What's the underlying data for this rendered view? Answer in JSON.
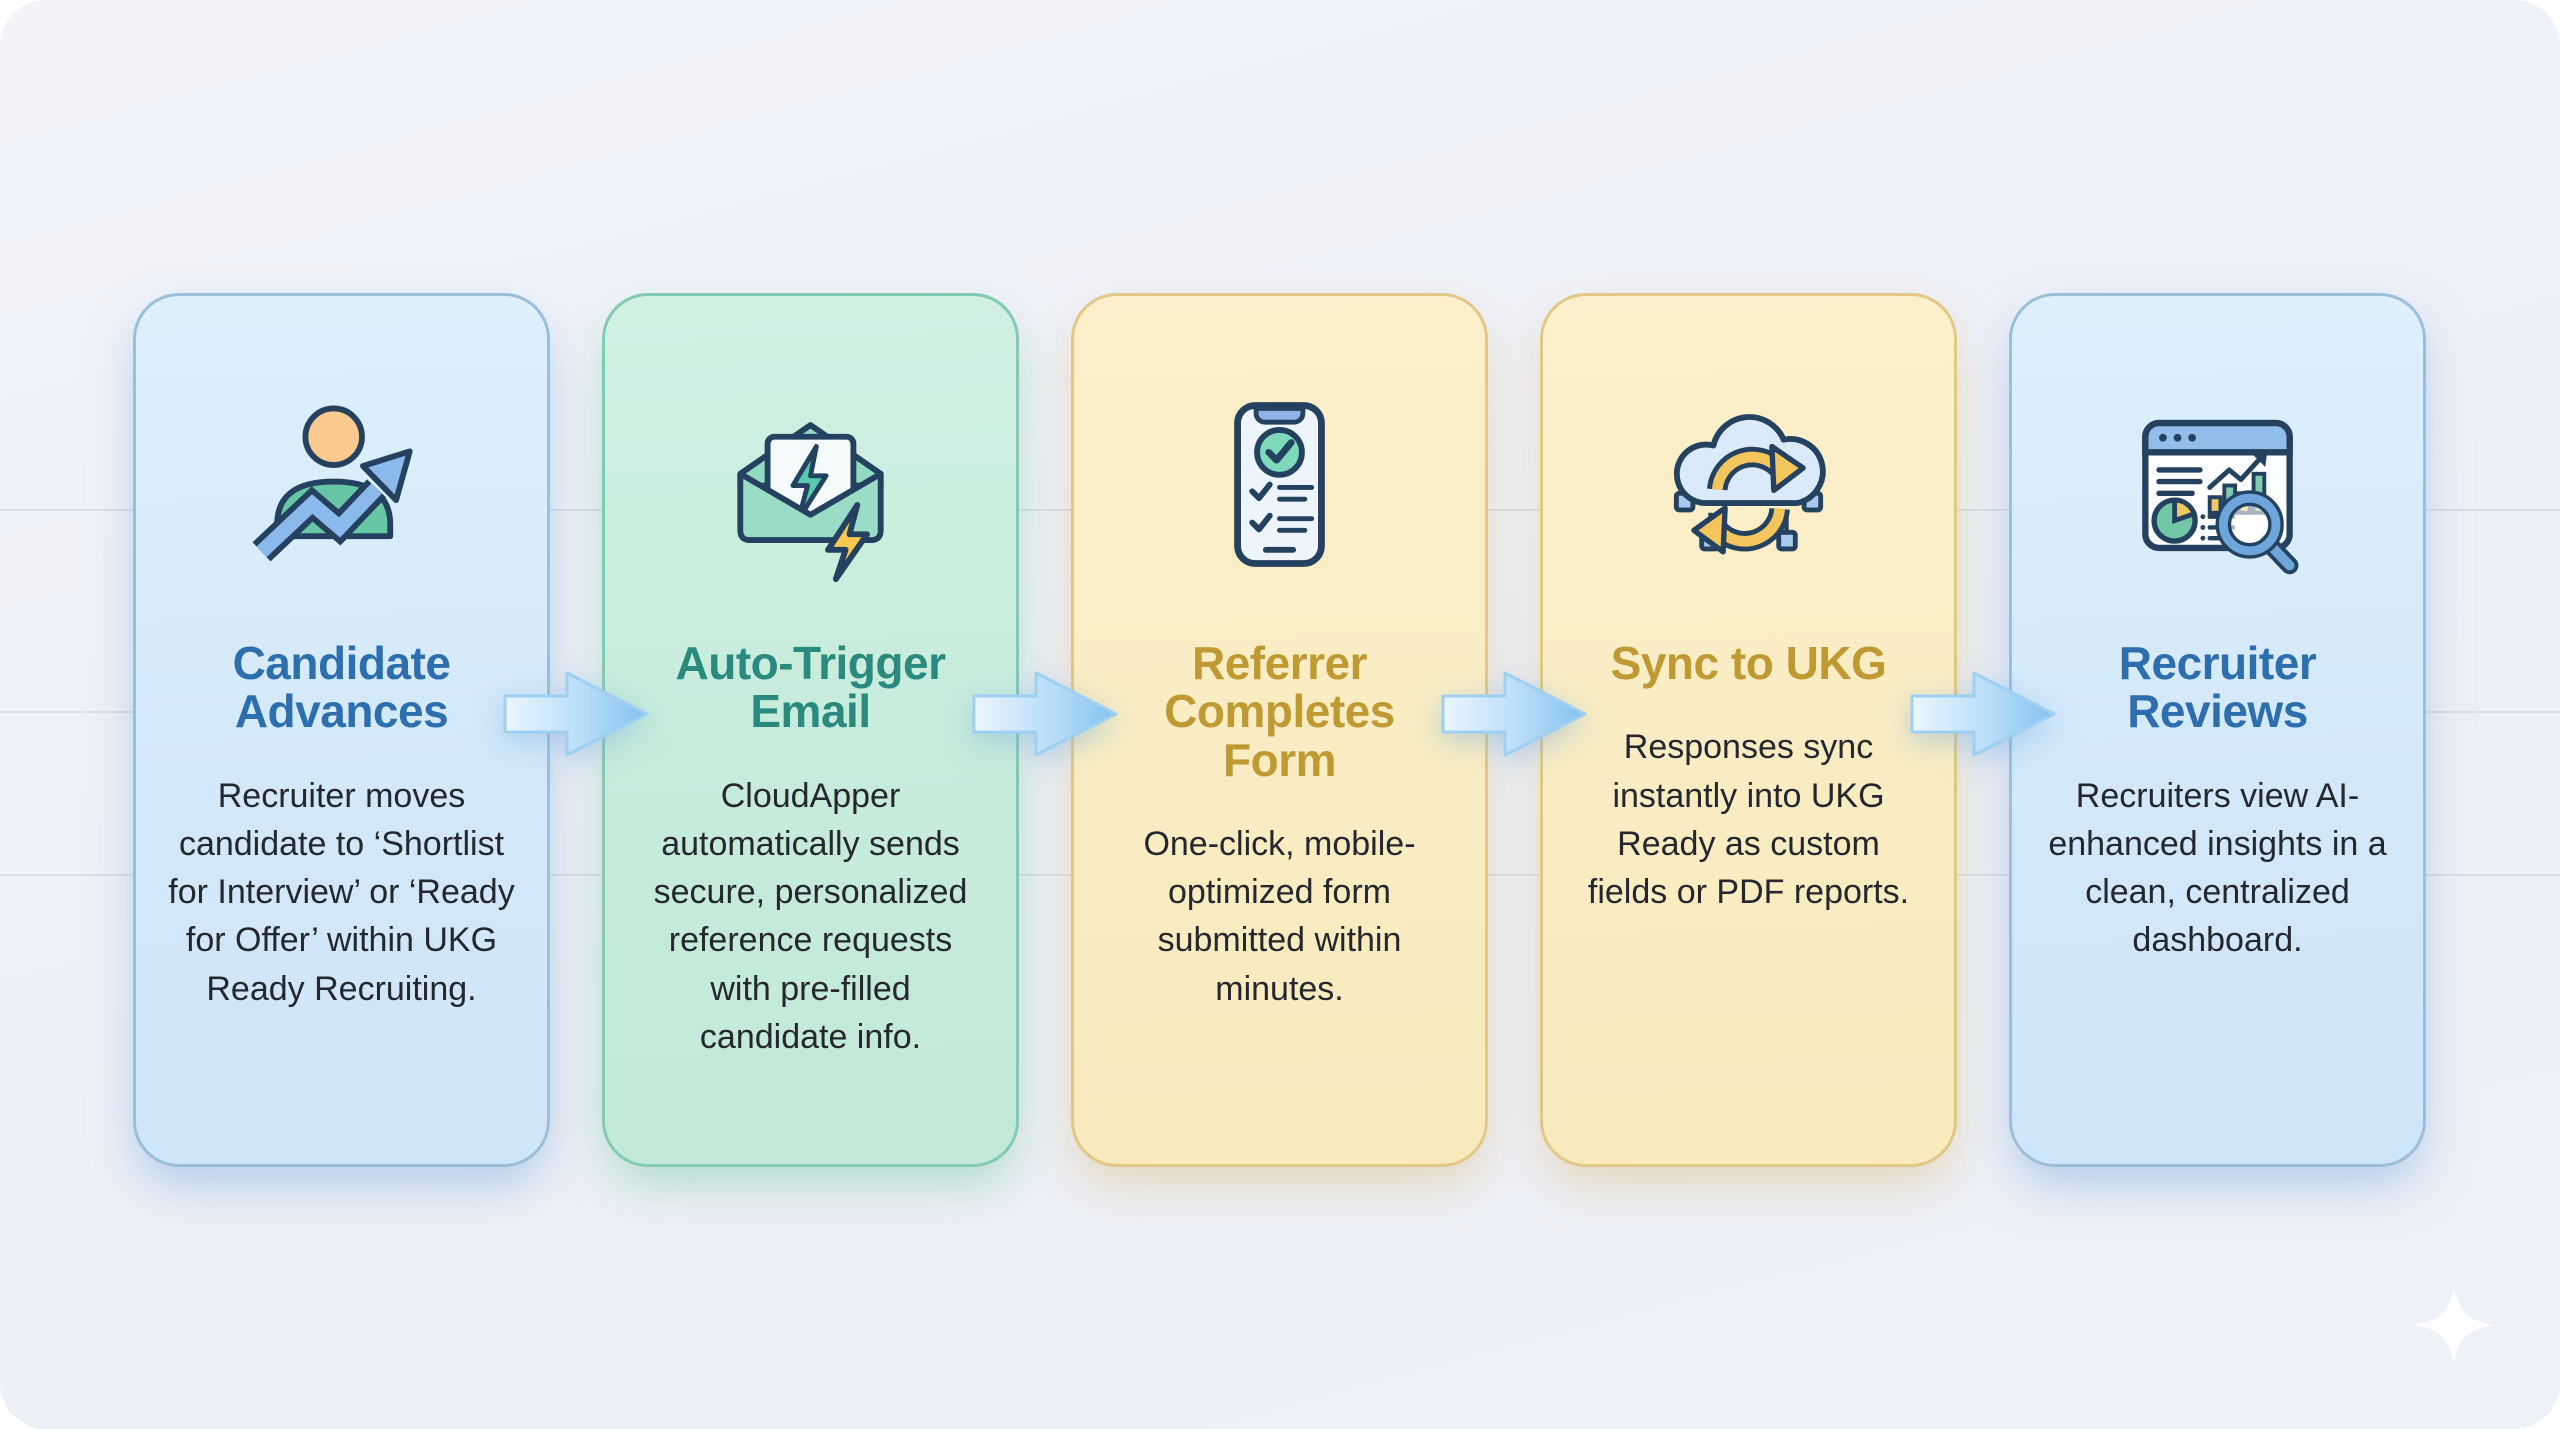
{
  "page": {
    "type": "workflow-infographic",
    "background_color": "#eef1f8"
  },
  "palette": {
    "blue_card_bg": "#d5e9f9",
    "blue_card_border": "#9bbfd9",
    "blue_title": "#2d6fae",
    "green_card_bg": "#c6ebdb",
    "green_card_border": "#82cab1",
    "green_title": "#2a8a7e",
    "yellow_card_bg": "#f9ecc2",
    "yellow_card_border": "#e2c786",
    "yellow_title": "#bf9a33",
    "body_text": "#24282e",
    "arrow_fill": "#86c4f0",
    "icon_outline": "#24425f",
    "icon_orange": "#f9c98e",
    "icon_green": "#67c6a3",
    "icon_blue": "#8cb9ec",
    "icon_yellow": "#f3c65d"
  },
  "cards": [
    {
      "theme": "blue",
      "icon": "candidate-growth-icon",
      "title": "Candidate Advances",
      "body": "Recruiter moves candidate to ‘Shortlist for Interview’ or ‘Ready for Offer’ within UKG Ready Recruiting."
    },
    {
      "theme": "green",
      "icon": "email-lightning-icon",
      "title": "Auto-Trigger Email",
      "body": "CloudApper automatically sends secure, personalized reference requests with pre-filled candidate info."
    },
    {
      "theme": "yellow",
      "icon": "phone-checklist-icon",
      "title": "Referrer Completes Form",
      "body": "One-click, mobile-optimized form submitted within minutes."
    },
    {
      "theme": "yellow",
      "icon": "cloud-sync-icon",
      "title": "Sync to UKG",
      "body": "Responses sync instantly into UKG Ready as custom fields or PDF reports."
    },
    {
      "theme": "blue",
      "icon": "dashboard-insights-icon",
      "title": "Recruiter Reviews",
      "body": "Recruiters view AI-enhanced insights in a clean, centralized dashboard."
    }
  ],
  "connectors": {
    "count": 4,
    "icon": "arrow-right-icon"
  },
  "decoration": {
    "icon": "sparkle-icon"
  }
}
